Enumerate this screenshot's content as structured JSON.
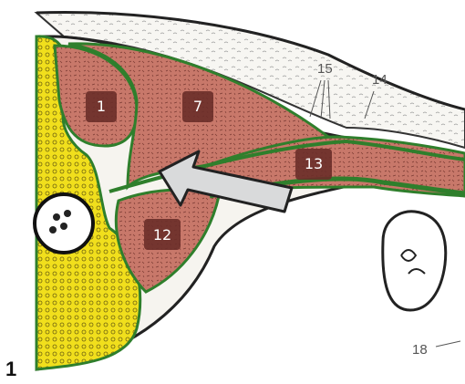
{
  "figure": {
    "figure_number": "1",
    "colors": {
      "muscle": "#c8786a",
      "muscle_dark": "#8a3e36",
      "fat": "#f1df1c",
      "fascia": "#2f7f2c",
      "arrow_fill": "#d9dadb",
      "label_box": "#6a2e29",
      "skin": "#f4f3ef"
    },
    "region_labels": [
      "1",
      "7",
      "13",
      "12"
    ],
    "outside_labels": [
      "15",
      "14",
      "18"
    ]
  }
}
